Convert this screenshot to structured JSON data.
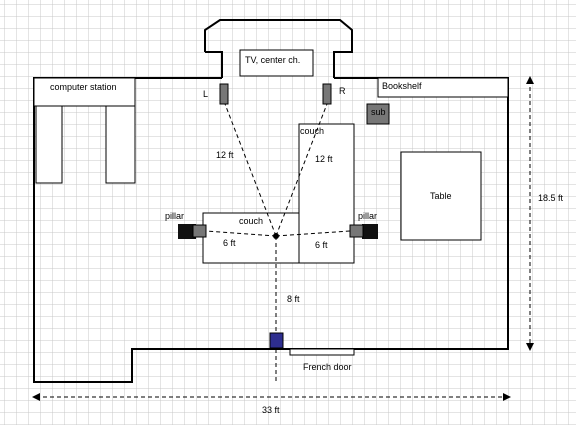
{
  "labels": {
    "tv": "TV, center ch.",
    "computer_station": "computer station",
    "bookshelf": "Bookshelf",
    "sub": "sub",
    "speaker_left": "L",
    "speaker_right": "R",
    "couch_right": "couch",
    "couch_left": "couch",
    "pillar_left": "pillar",
    "pillar_right": "pillar",
    "table": "Table",
    "french_door": "French door"
  },
  "dimensions": {
    "left_speaker_distance": "12 ft",
    "right_speaker_distance": "12 ft",
    "left_pillar_distance": "6 ft",
    "right_pillar_distance": "6 ft",
    "front_distance": "8 ft",
    "room_depth": "18.5 ft",
    "room_width": "33 ft"
  },
  "colors": {
    "grid": "#c8c8c8",
    "speaker": "#777777",
    "sub": "#777777",
    "pillar": "#111111",
    "door_marker": "#2e2e8f",
    "wall": "#000000"
  }
}
